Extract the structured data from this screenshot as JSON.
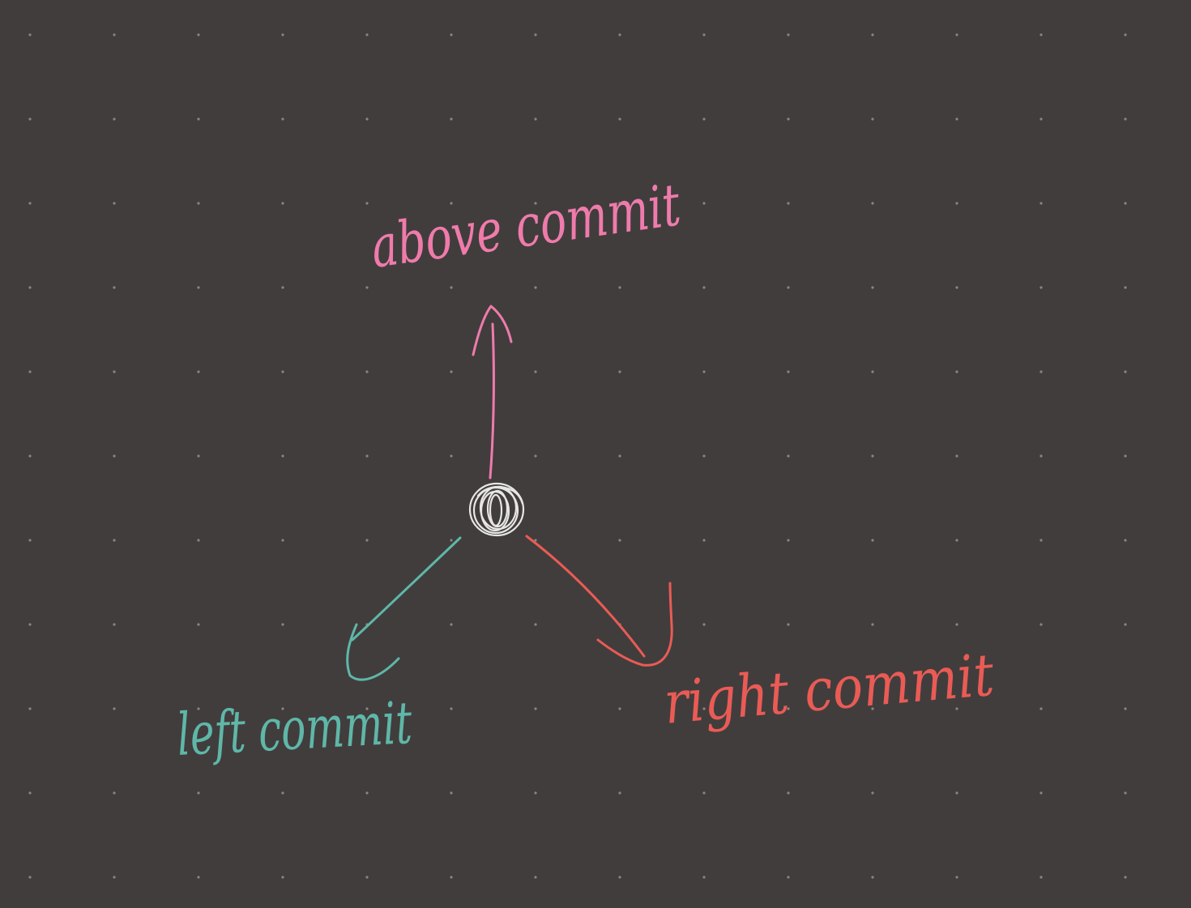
{
  "canvas": {
    "background": "#413d3d",
    "grid_dot_color": "#8a8585"
  },
  "diagram": {
    "center_node": {
      "name": "commit-node",
      "color": "#e6e6e3"
    },
    "branches": [
      {
        "name": "above",
        "label": "above commit",
        "color": "#ef7bab"
      },
      {
        "name": "left",
        "label": "left commit",
        "color": "#5fb7a8"
      },
      {
        "name": "right",
        "label": "right commit",
        "color": "#ea5b55"
      }
    ]
  }
}
